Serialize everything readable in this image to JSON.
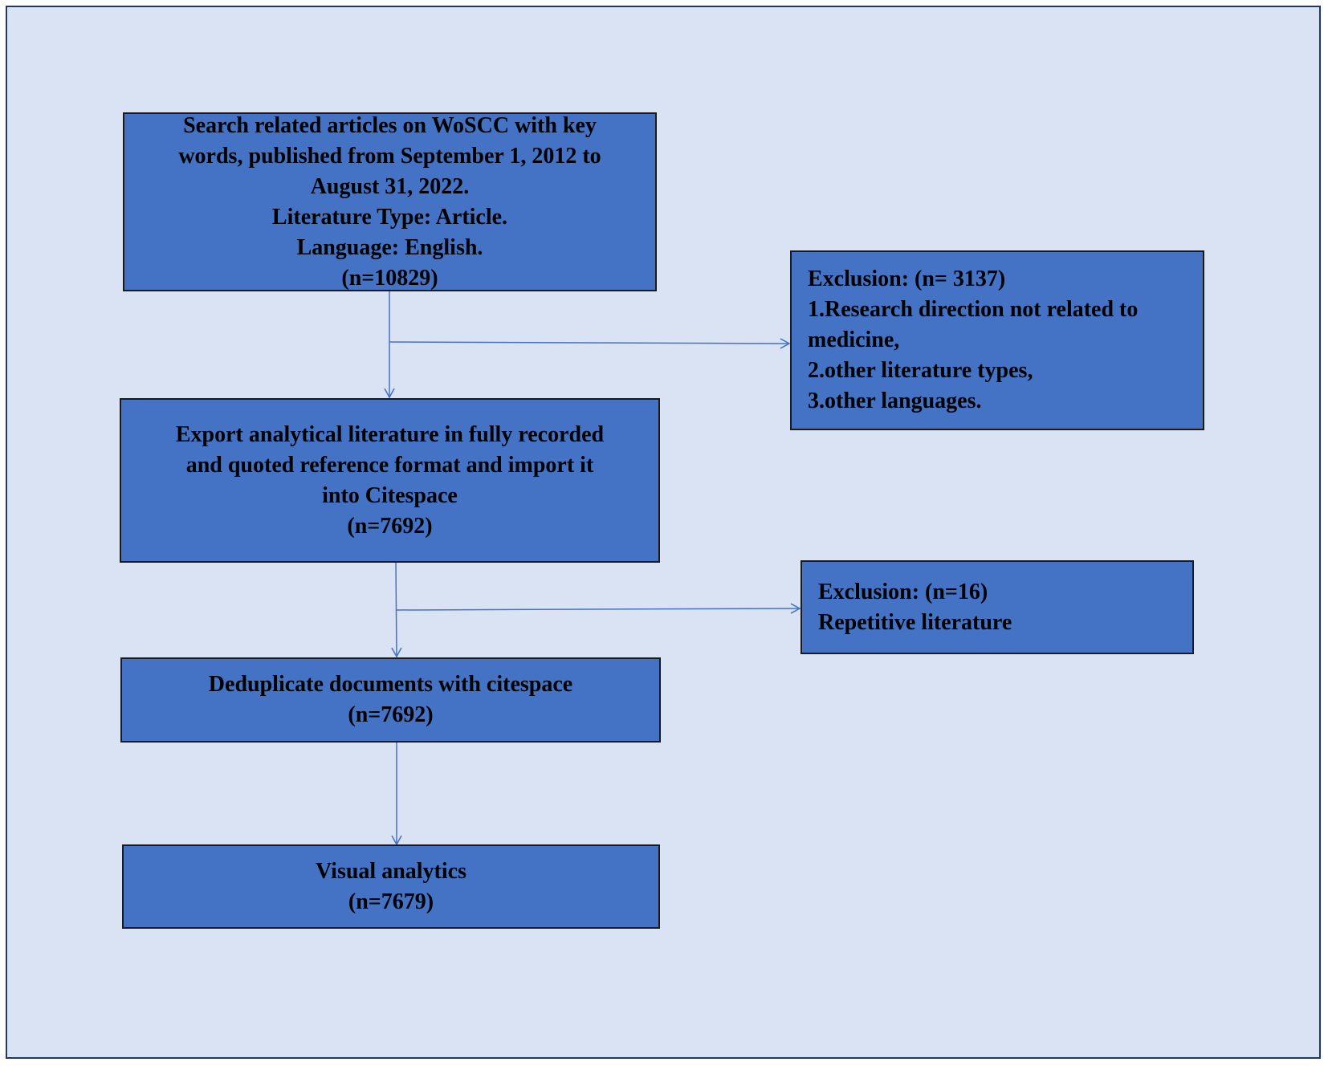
{
  "nodes": {
    "search": {
      "lines": [
        "Search related articles on WoSCC with key",
        "words, published from September 1, 2012 to",
        "August 31, 2022.",
        "Literature Type: Article.",
        "Language: English.",
        "(n=10829)"
      ]
    },
    "exclusion1": {
      "lines": [
        "Exclusion: (n= 3137)",
        "1.Research direction not related to",
        "medicine,",
        "2.other literature types,",
        "3.other languages."
      ]
    },
    "export": {
      "lines": [
        "Export analytical literature in fully recorded",
        "and quoted reference format and import it",
        "into Citespace",
        "(n=7692)"
      ]
    },
    "exclusion2": {
      "lines": [
        "Exclusion: (n=16)",
        "Repetitive literature"
      ]
    },
    "deduplicate": {
      "lines": [
        "Deduplicate documents with citespace",
        "(n=7692)"
      ]
    },
    "visual": {
      "lines": [
        "Visual analytics",
        "(n=7679)"
      ]
    }
  },
  "colors": {
    "background": "#dae3f3",
    "box_fill": "#4472c4",
    "arrow": "#4472c4"
  }
}
